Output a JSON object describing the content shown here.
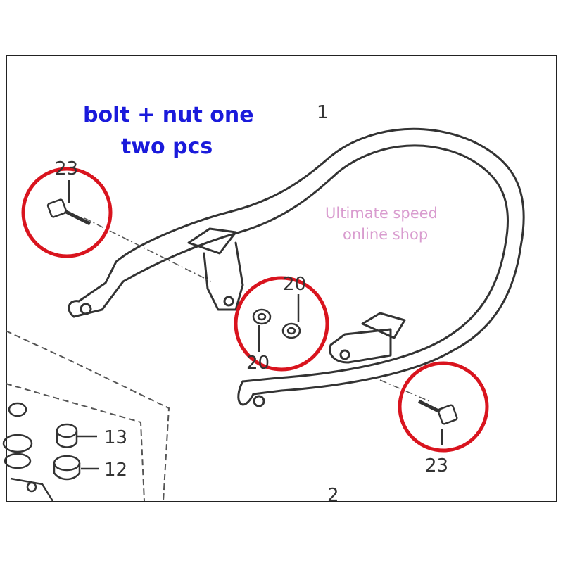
{
  "annotation": {
    "line1": "bolt + nut one",
    "line2": "two pcs"
  },
  "watermark": {
    "line1": "Ultimate speed",
    "line2": "online shop"
  },
  "part_numbers": {
    "frame": "1",
    "bracket": "2",
    "bolt_left": "23",
    "bolt_right": "23",
    "nut_top": "20",
    "nut_bottom": "20",
    "collar": "13",
    "rubber": "12"
  },
  "colors": {
    "highlight_circle": "#d9141e",
    "annotation_text": "#1a1adb",
    "watermark_text": "#d99ccf",
    "line_art": "#333333"
  }
}
